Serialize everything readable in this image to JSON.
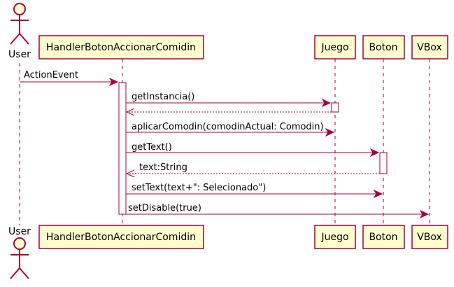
{
  "diagram_type": "sequence",
  "participants": [
    {
      "id": "user",
      "label": "User",
      "kind": "actor"
    },
    {
      "id": "handler",
      "label": "HandlerBotonAccionarComidin",
      "kind": "participant"
    },
    {
      "id": "juego",
      "label": "Juego",
      "kind": "participant"
    },
    {
      "id": "boton",
      "label": "Boton",
      "kind": "participant"
    },
    {
      "id": "vbox",
      "label": "VBox",
      "kind": "participant"
    }
  ],
  "messages": [
    {
      "from": "user",
      "to": "handler",
      "label": "ActionEvent",
      "style": "sync"
    },
    {
      "from": "handler",
      "to": "juego",
      "label": "getInstancia()",
      "style": "sync"
    },
    {
      "from": "juego",
      "to": "handler",
      "label": "",
      "style": "return"
    },
    {
      "from": "handler",
      "to": "juego",
      "label": "aplicarComodin(comodinActual: Comodin)",
      "style": "sync"
    },
    {
      "from": "handler",
      "to": "boton",
      "label": "getText()",
      "style": "sync"
    },
    {
      "from": "boton",
      "to": "handler",
      "label": "text:String",
      "style": "return"
    },
    {
      "from": "handler",
      "to": "boton",
      "label": "setText(text+\": Selecionado\")",
      "style": "sync"
    },
    {
      "from": "handler",
      "to": "vbox",
      "label": "setDisable(true)",
      "style": "sync"
    }
  ],
  "colors": {
    "border": "#A80036",
    "fill": "#FEFECE",
    "text": "#000000"
  }
}
